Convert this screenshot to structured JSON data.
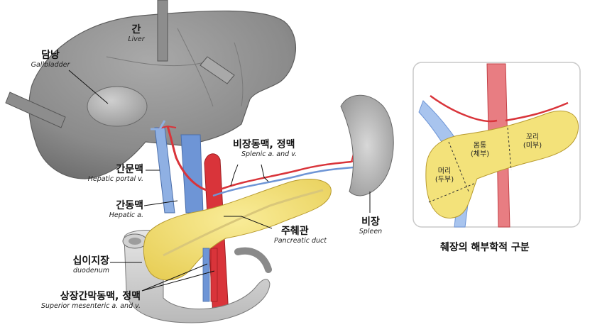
{
  "labels": {
    "liver": {
      "ko": "간",
      "en": "Liver"
    },
    "gallbladder": {
      "ko": "담낭",
      "en": "Gallbladder"
    },
    "hepatic_portal": {
      "ko": "간문맥",
      "en": "Hepatic portal v."
    },
    "hepatic_artery": {
      "ko": "간동맥",
      "en": "Hepatic a."
    },
    "duodenum": {
      "ko": "십이지장",
      "en": "duodenum"
    },
    "sma": {
      "ko": "상장간막동맥, 정맥",
      "en": "Superior mesenteric a. and v."
    },
    "splenic": {
      "ko": "비장동맥, 정맥",
      "en": "Splenic a. and v."
    },
    "pancreatic_duct": {
      "ko": "주췌관",
      "en": "Pancreatic duct"
    },
    "spleen": {
      "ko": "비장",
      "en": "Spleen"
    }
  },
  "inset": {
    "head": {
      "ko": "머리",
      "sub": "(두부)"
    },
    "body": {
      "ko": "몸통",
      "sub": "(체부)"
    },
    "tail": {
      "ko": "꼬리",
      "sub": "(미부)"
    },
    "caption": "췌장의 해부학적 구분"
  },
  "colors": {
    "liver": "#8e8e8e",
    "pancreas": "#f3e27a",
    "artery": "#d9343a",
    "vein": "#6e95d6",
    "inset_border": "#c9c9c9"
  }
}
